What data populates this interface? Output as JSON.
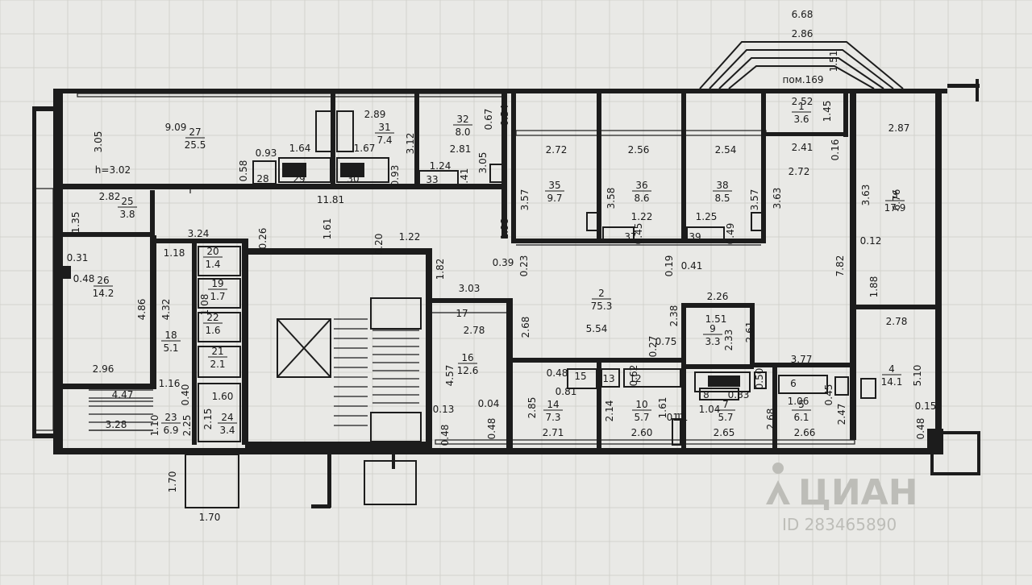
{
  "rooms": [
    {
      "no": "27",
      "area": "25.5"
    },
    {
      "no": "31",
      "area": "7.4"
    },
    {
      "no": "32",
      "area": "8.0"
    },
    {
      "no": "1",
      "area": "3.6"
    },
    {
      "no": "3",
      "area": "17.9"
    },
    {
      "no": "25",
      "area": "3.8"
    },
    {
      "no": "35",
      "area": "9.7"
    },
    {
      "no": "36",
      "area": "8.6"
    },
    {
      "no": "38",
      "area": "8.5"
    },
    {
      "no": "26",
      "area": "14.2"
    },
    {
      "no": "2",
      "area": "75.3"
    },
    {
      "no": "9",
      "area": "3.3"
    },
    {
      "no": "16",
      "area": "12.6"
    },
    {
      "no": "4",
      "area": "14.1"
    },
    {
      "no": "18",
      "area": "5.1"
    },
    {
      "no": "14",
      "area": "7.3"
    },
    {
      "no": "10",
      "area": "5.7"
    },
    {
      "no": "7",
      "area": "5.7"
    },
    {
      "no": "5",
      "area": "6.1"
    },
    {
      "no": "23",
      "area": "6.9"
    },
    {
      "no": "24",
      "area": "3.4"
    },
    {
      "no": "20",
      "area": "1.4"
    },
    {
      "no": "19",
      "area": "1.7"
    },
    {
      "no": "22",
      "area": "1.6"
    },
    {
      "no": "21",
      "area": "2.1"
    }
  ],
  "labels": [
    "6.68",
    "2.86",
    "1.51",
    "пом.169",
    "2.52",
    "1.45",
    "0.16",
    "2.41",
    "2.87",
    "2.72",
    "3.63",
    "6.76",
    "0.12",
    "7.82",
    "1.88",
    "9.09",
    "3.05",
    "h=3.02",
    "0.58",
    "0.93",
    "1.64",
    "1.67",
    "2.89",
    "3.12",
    "0.93",
    "2.81",
    "0.67",
    "0.34",
    "3.05",
    "1.24",
    "0.41",
    "11.81",
    "1.61",
    "2.72",
    "2.56",
    "2.54",
    "3.57",
    "3.58",
    "3.57",
    "3.63",
    "1.22",
    "0.45",
    "1.25",
    "0.49",
    "1.98",
    "0.39",
    "0.23",
    "0.19",
    "0.41",
    "2.82",
    "1.35",
    "3.24",
    "0.26",
    "0.20",
    "1.22",
    "1.82",
    "1.18",
    "0.31",
    "0.48",
    "4.86",
    "4.32",
    "1.08",
    "3.03",
    "2.78",
    "2.68",
    "5.54",
    "2.38",
    "0.27",
    "0.75",
    "2.26",
    "1.51",
    "2.33",
    "2.61",
    "3.77",
    "2.78",
    "5.10",
    "2.96",
    "1.16",
    "0.40",
    "4.47",
    "3.28",
    "1.10",
    "2.25",
    "2.15",
    "1.60",
    "0.13",
    "0.48",
    "4.57",
    "0.04",
    "0.48",
    "2.85",
    "0.48",
    "0.81",
    "2.14",
    "0.62",
    "1.61",
    "0.11",
    "0.83",
    "0.50",
    "1.04",
    "2.68",
    "1.06",
    "0.45",
    "2.47",
    "0.15",
    "0.48",
    "2.71",
    "2.60",
    "2.65",
    "2.66",
    "1.70",
    "1.70"
  ],
  "cells": [
    "28",
    "29",
    "30",
    "33",
    "37",
    "39",
    "15",
    "13",
    "12",
    "8",
    "6",
    "17",
    "11"
  ],
  "watermark": {
    "brand": "ЦИАН",
    "id": "ID 283465890"
  }
}
